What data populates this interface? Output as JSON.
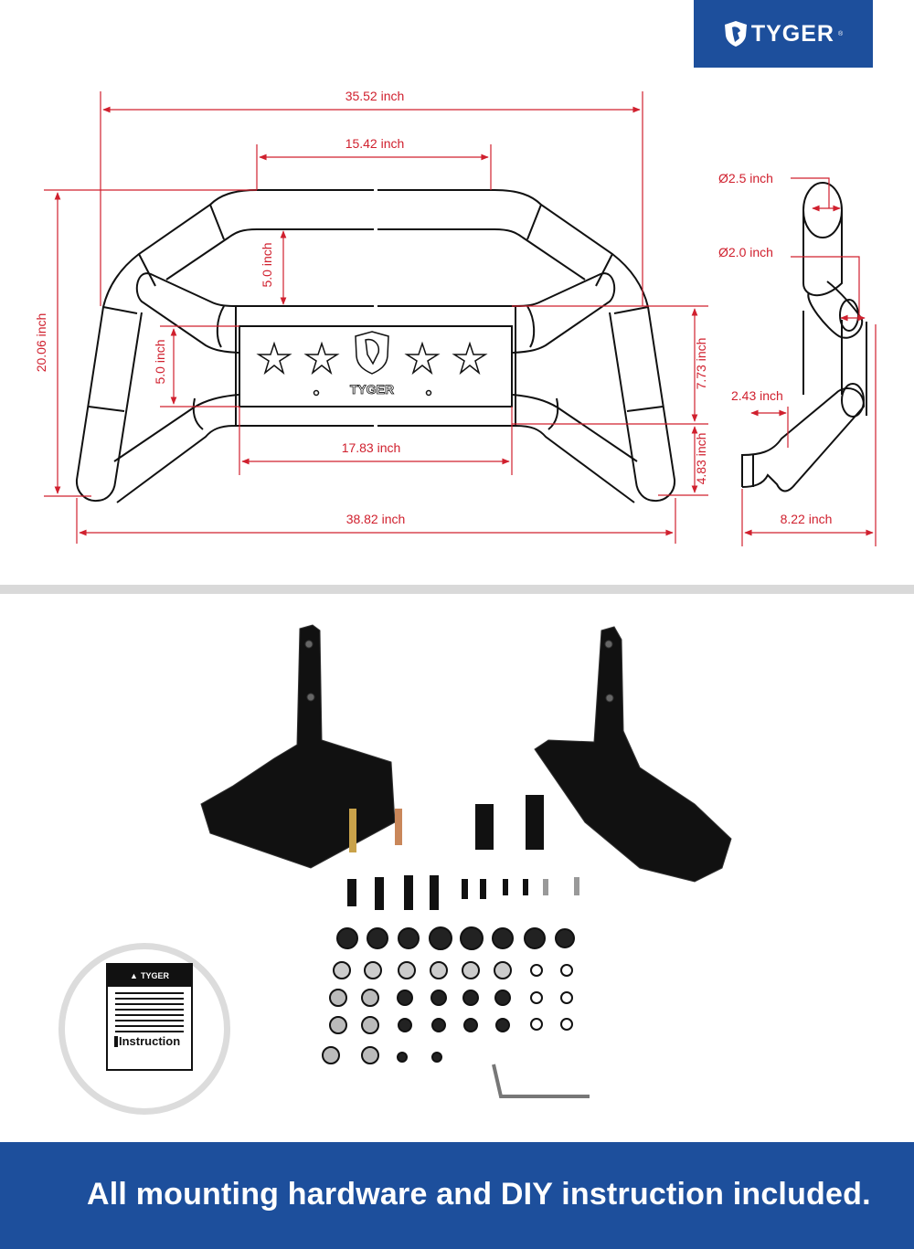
{
  "brand": {
    "logo_text": "TYGER",
    "registered_mark": "®",
    "color": "#1d4f9c"
  },
  "dimensions": {
    "top_outer_width": "35.52 inch",
    "top_inner_width": "15.42 inch",
    "overall_height": "20.06 inch",
    "upper_gap": "5.0 inch",
    "plate_height": "5.0 inch",
    "center_height": "7.73 inch",
    "bottom_height": "4.83 inch",
    "plate_width": "17.83 inch",
    "overall_width": "38.82 inch"
  },
  "side_view": {
    "top_tube_diameter": "Ø2.5 inch",
    "cross_tube_diameter": "Ø2.0 inch",
    "offset": "2.43 inch",
    "depth": "8.22 inch"
  },
  "plate": {
    "text": "TYGER"
  },
  "instruction_card": {
    "brand": "TYGER",
    "label": "Instruction"
  },
  "banner": {
    "text": "All mounting hardware and DIY instruction included."
  },
  "colors": {
    "dimension": "#d0202e",
    "banner": "#1d4f9c"
  }
}
